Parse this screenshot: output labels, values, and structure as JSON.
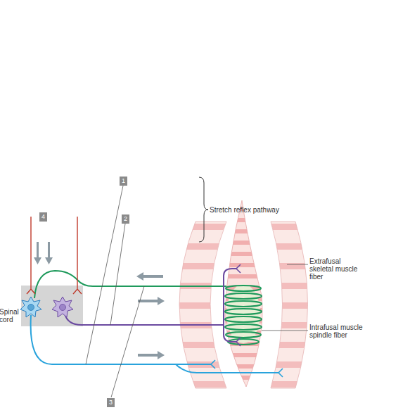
{
  "diagram": {
    "nodes": [
      {
        "text": [
          "Spinal cord"
        ]
      }
    ],
    "labels": [
      "1",
      "2",
      "Stretch reflex pathway",
      "4",
      "Extrafusal skeletal muscle fiber",
      "Intrafusal muscle spindle fiber",
      "3"
    ]
  }
}
